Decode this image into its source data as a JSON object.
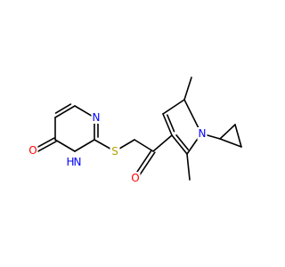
{
  "molecule": {
    "colors": {
      "bond": "#000000",
      "nitrogen": "#0000ff",
      "oxygen": "#ff0000",
      "sulfur": "#b8a200",
      "background": "#ffffff"
    },
    "atoms": {
      "O_pyrimidinone": {
        "label": "O",
        "element": "oxygen"
      },
      "N_ring_top": {
        "label": "N",
        "element": "nitrogen"
      },
      "NH_ring": {
        "label": "N",
        "element": "nitrogen"
      },
      "H_on_N": {
        "label": "H",
        "element": "nitrogen"
      },
      "S_thioether": {
        "label": "S",
        "element": "sulfur"
      },
      "O_ketone": {
        "label": "O",
        "element": "oxygen"
      },
      "N_pyrrole": {
        "label": "N",
        "element": "nitrogen"
      }
    }
  }
}
